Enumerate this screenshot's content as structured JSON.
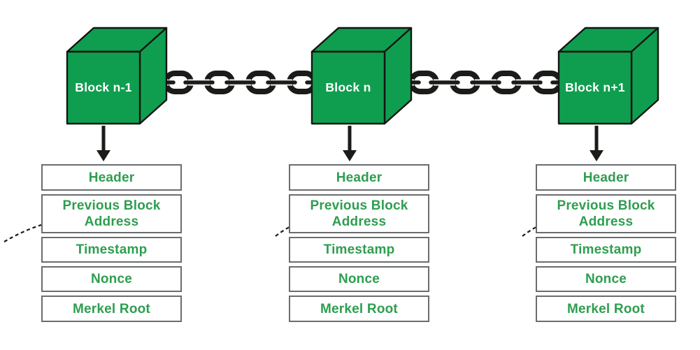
{
  "diagram": {
    "title": "blockchain-structure-diagram",
    "blocks": [
      {
        "label": "Block n-1",
        "fields": [
          "Header",
          "Previous Block Address",
          "Timestamp",
          "Nonce",
          "Merkel Root"
        ]
      },
      {
        "label": "Block n",
        "fields": [
          "Header",
          "Previous Block Address",
          "Timestamp",
          "Nonce",
          "Merkel Root"
        ]
      },
      {
        "label": "Block n+1",
        "fields": [
          "Header",
          "Previous Block Address",
          "Timestamp",
          "Nonce",
          "Merkel Root"
        ]
      }
    ],
    "colors": {
      "block_green": "#0f9e4f",
      "field_text_green": "#2e9e50",
      "chain_black": "#1b1b19",
      "box_border_gray": "#6b6c6e"
    }
  }
}
